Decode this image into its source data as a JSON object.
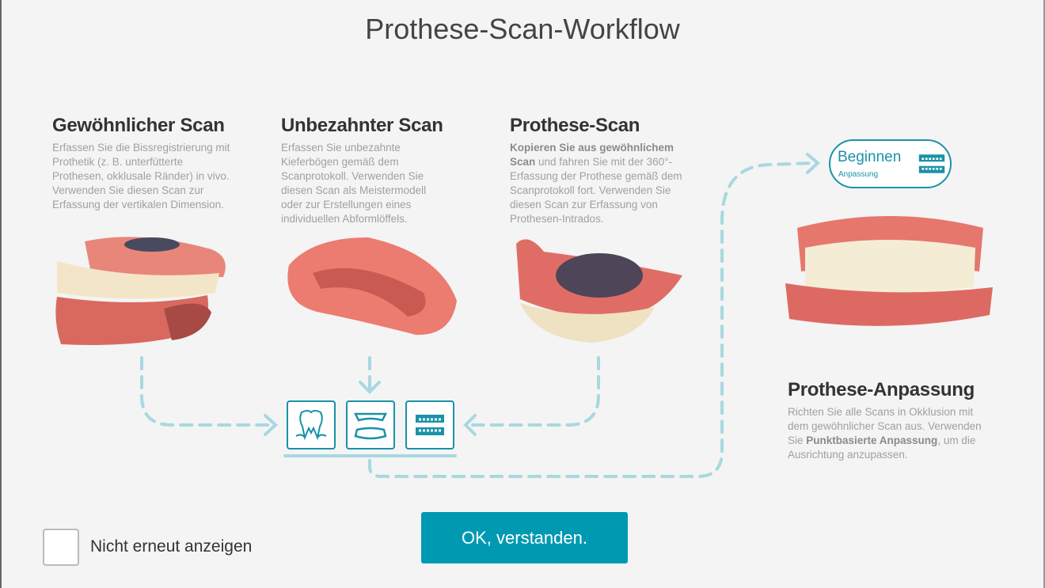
{
  "title": "Prothese-Scan-Workflow",
  "columns": [
    {
      "heading": "Gewöhnlicher Scan",
      "desc_plain": "Erfassen Sie die Bissregistrierung mit Prothetik (z. B. unterfütterte Prothesen, okklusale Ränder) in vivo. Verwenden Sie diesen Scan zur Erfassung der vertikalen Dimension."
    },
    {
      "heading": "Unbezahnter Scan",
      "desc_plain": "Erfassen Sie unbezahnte Kieferbögen gemäß dem Scanprotokoll. Verwenden Sie diesen Scan als Meistermodell oder zur Erstellungen eines individuellen Abformlöffels."
    },
    {
      "heading": "Prothese-Scan",
      "desc_bold1": "Kopieren Sie aus gewöhnlichem Scan",
      "desc_rest": " und fahren Sie mit der 360°-Erfassung der Prothese gemäß dem Scanprotokoll fort. Verwenden Sie diesen Scan zur Erfassung von Prothesen-Intrados."
    }
  ],
  "alignment": {
    "heading": "Prothese-Anpassung",
    "desc_a": "Richten Sie alle Scans in Okklusion mit dem gewöhnlicher Scan aus. Verwenden Sie ",
    "desc_bold": "Punktbasierte Anpassung",
    "desc_b": ", um die Ausrichtung anzupassen."
  },
  "start_button": {
    "label": "Beginnen",
    "sublabel": "Anpassung",
    "icon": "denture-icon"
  },
  "scan_icons": [
    "tooth-icon",
    "edentulous-arch-icon",
    "denture-icon"
  ],
  "checkbox": {
    "label": "Nicht erneut anzeigen",
    "checked": false
  },
  "ok_button": "OK, verstanden.",
  "colors": {
    "accent": "#0099b2",
    "flow_line": "#a8d8e0",
    "icon_stroke": "#1a92a8"
  }
}
